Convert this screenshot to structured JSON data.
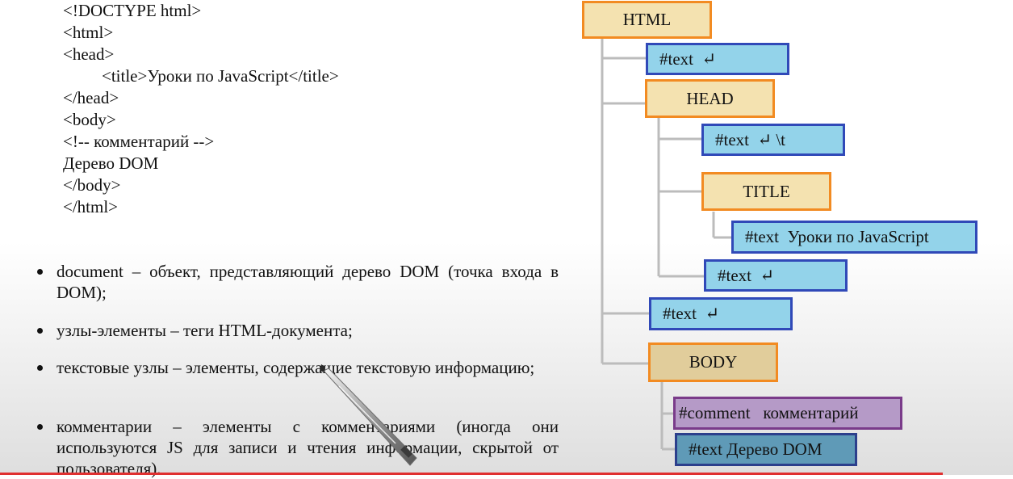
{
  "code_lines": [
    "<!DOCTYPE html>",
    "<html>",
    "<head>",
    "<title>Уроки по JavaScript</title>",
    "</head>",
    "<body>",
    "<!-- комментарий -->",
    "Дерево DOM",
    "</body>",
    "</html>"
  ],
  "bullets": [
    "document – объект, представляющий дерево DOM (точка входа в DOM);",
    "узлы-элементы – теги HTML-документа;",
    "текстовые узлы – элементы, содержащие текстовую информацию;",
    "комментарии – элементы с комментариями (иногда они используются JS для записи и чтения информации, скрытой от пользователя)."
  ],
  "tree": {
    "html": "HTML",
    "text1": "#text  ↵",
    "head": "HEAD",
    "text2": "#text  ↵ \\t",
    "title": "TITLE",
    "text3": "#text  Уроки по JavaScript",
    "text4": "#text  ↵",
    "text5": "#text  ↵",
    "body": "BODY",
    "comment": "#comment   комментарий",
    "text6": "#text Дерево DOM"
  },
  "colors": {
    "element_fill": "#f4e2b0",
    "element_border": "#f28b22",
    "text_fill": "#93d3ea",
    "text_border": "#3049b8",
    "comment_fill": "#b59ac7",
    "comment_border": "#7a3b8a"
  }
}
